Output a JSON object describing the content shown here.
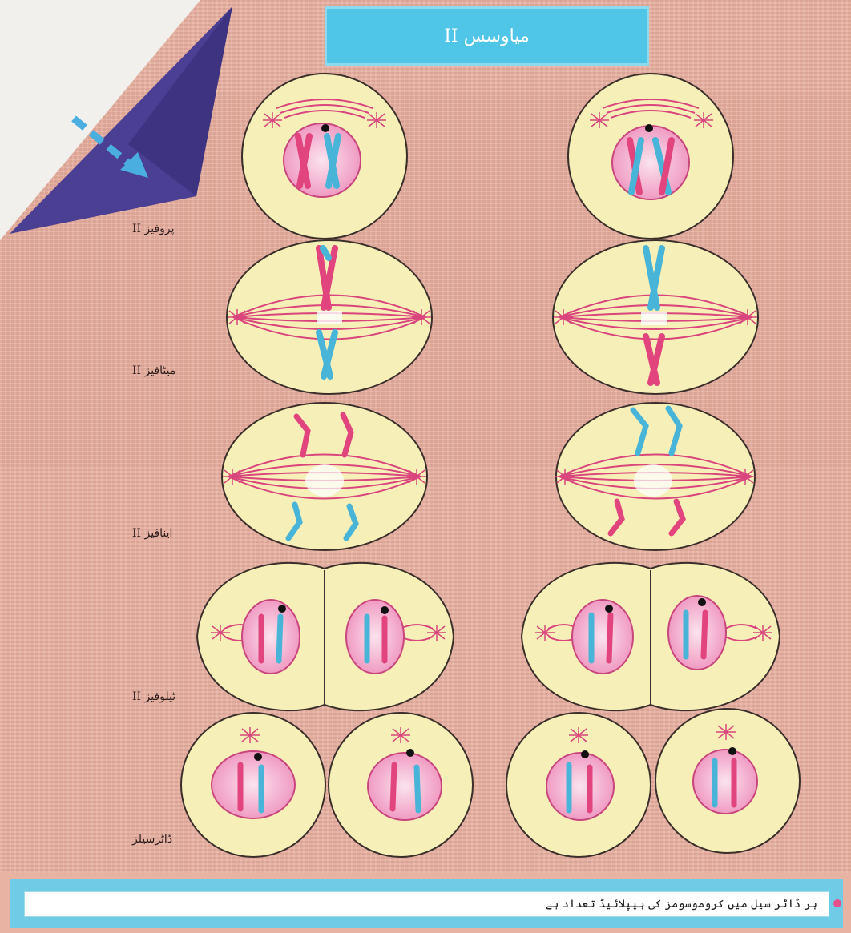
{
  "title": "میاوسس II",
  "stages": [
    {
      "key": "prophase2",
      "label": "پروفیز II"
    },
    {
      "key": "metaphase2",
      "label": "میٹافیز II"
    },
    {
      "key": "anaphase2",
      "label": "اینافیز II"
    },
    {
      "key": "telophase2",
      "label": "ٹیلوفیز II"
    },
    {
      "key": "daughter_cells",
      "label": "ڈاٹرسیلز"
    }
  ],
  "footer_question": "ہر ڈاٹر سیل میں کروموسومز کی ہیپلائیڈ تعداد ہے",
  "colors": {
    "cell_fill": "#f6efb8",
    "nucleus_fill": "#f2b2cf",
    "pink_chromosome": "#e2457e",
    "blue_chromosome": "#47b4d8",
    "banner": "#4fc6e8",
    "fold_arrow": "#4aaee0",
    "fold": "#4b3f93"
  }
}
